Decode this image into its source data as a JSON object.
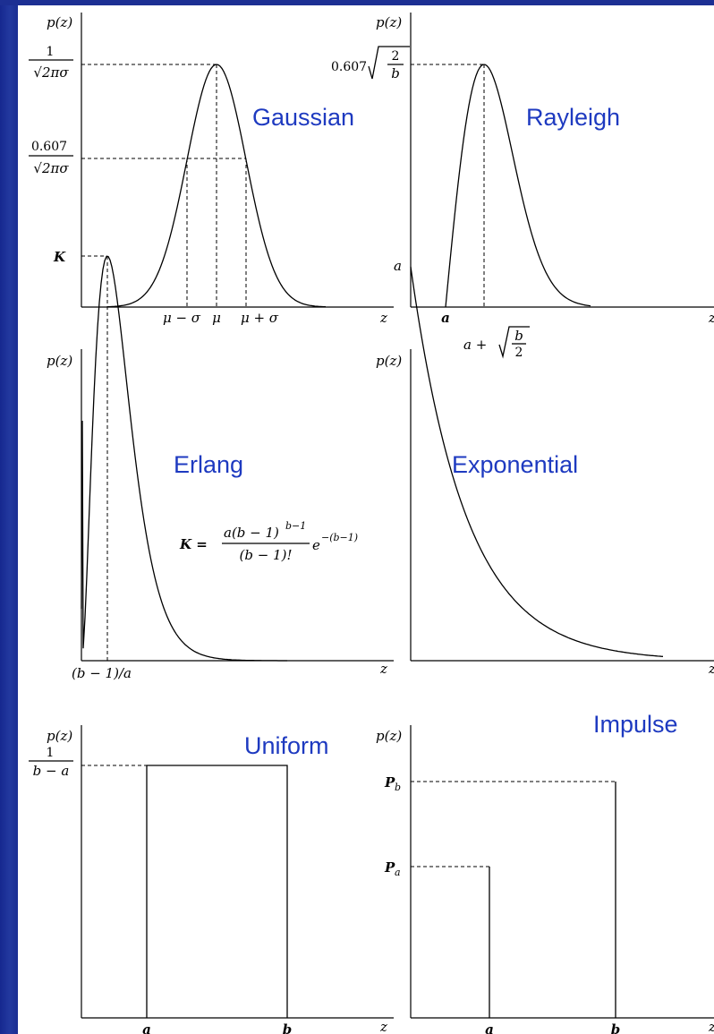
{
  "colors": {
    "sidebar": "#1c2f93",
    "title": "#1e3ac0"
  },
  "panels": {
    "gaussian": {
      "title": "Gaussian",
      "ylabel": "p(z)",
      "xlabel": "z",
      "peak_num": "1",
      "peak_den": "√2πσ",
      "half_num": "0.607",
      "half_den": "√2πσ",
      "tick_minus": "μ − σ",
      "tick_mu": "μ",
      "tick_plus": "μ + σ"
    },
    "rayleigh": {
      "title": "Rayleigh",
      "ylabel": "p(z)",
      "xlabel": "z",
      "peak_coef": "0.607",
      "peak_frac_num": "2",
      "peak_frac_den": "b",
      "tick_a": "a",
      "tick_peak_prefix": "a +",
      "tick_peak_frac_num": "b",
      "tick_peak_frac_den": "2"
    },
    "erlang": {
      "title": "Erlang",
      "ylabel": "p(z)",
      "xlabel": "z",
      "peak_label": "K",
      "tick_label": "(b − 1)/a",
      "formula_lhs": "K =",
      "formula_num": "a(b − 1)",
      "formula_num_exp": "b−1",
      "formula_den": "(b − 1)!",
      "formula_exp_base": "e",
      "formula_exp": "−(b−1)"
    },
    "exponential": {
      "title": "Exponential",
      "ylabel": "p(z)",
      "xlabel": "z",
      "start_label": "a"
    },
    "uniform": {
      "title": "Uniform",
      "ylabel": "p(z)",
      "xlabel": "z",
      "height_num": "1",
      "height_den": "b − a",
      "tick_a": "a",
      "tick_b": "b"
    },
    "impulse": {
      "title": "Impulse",
      "ylabel": "p(z)",
      "xlabel": "z",
      "pb_label": "P",
      "pb_sub": "b",
      "pa_label": "P",
      "pa_sub": "a",
      "tick_a": "a",
      "tick_b": "b"
    }
  }
}
